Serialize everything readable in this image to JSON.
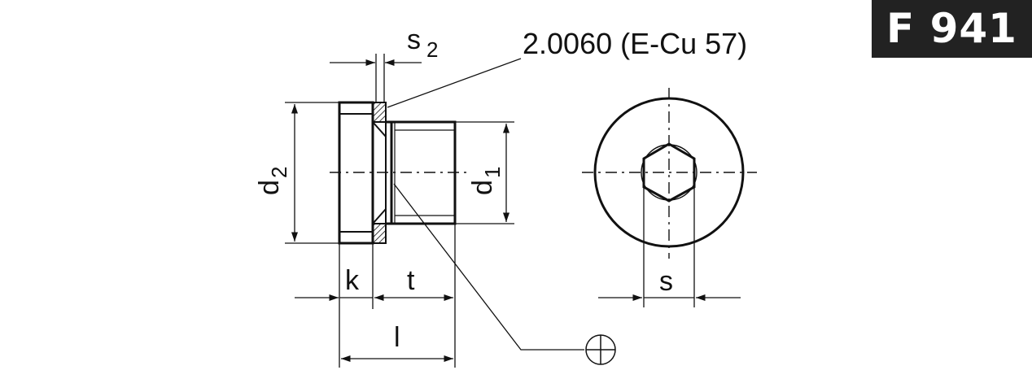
{
  "badge": {
    "code": "F 941"
  },
  "callout": {
    "material": "2.0060 (E-Cu 57)"
  },
  "dimensions": {
    "d2": {
      "main": "d",
      "sub": "2"
    },
    "d1": {
      "main": "d",
      "sub": "1"
    },
    "s2": {
      "main": "s",
      "sub": "2"
    },
    "k": "k",
    "t": "t",
    "l": "l",
    "s": "s"
  },
  "colors": {
    "ink": "#111111",
    "badge_bg": "#222222",
    "badge_text": "#ffffff"
  }
}
